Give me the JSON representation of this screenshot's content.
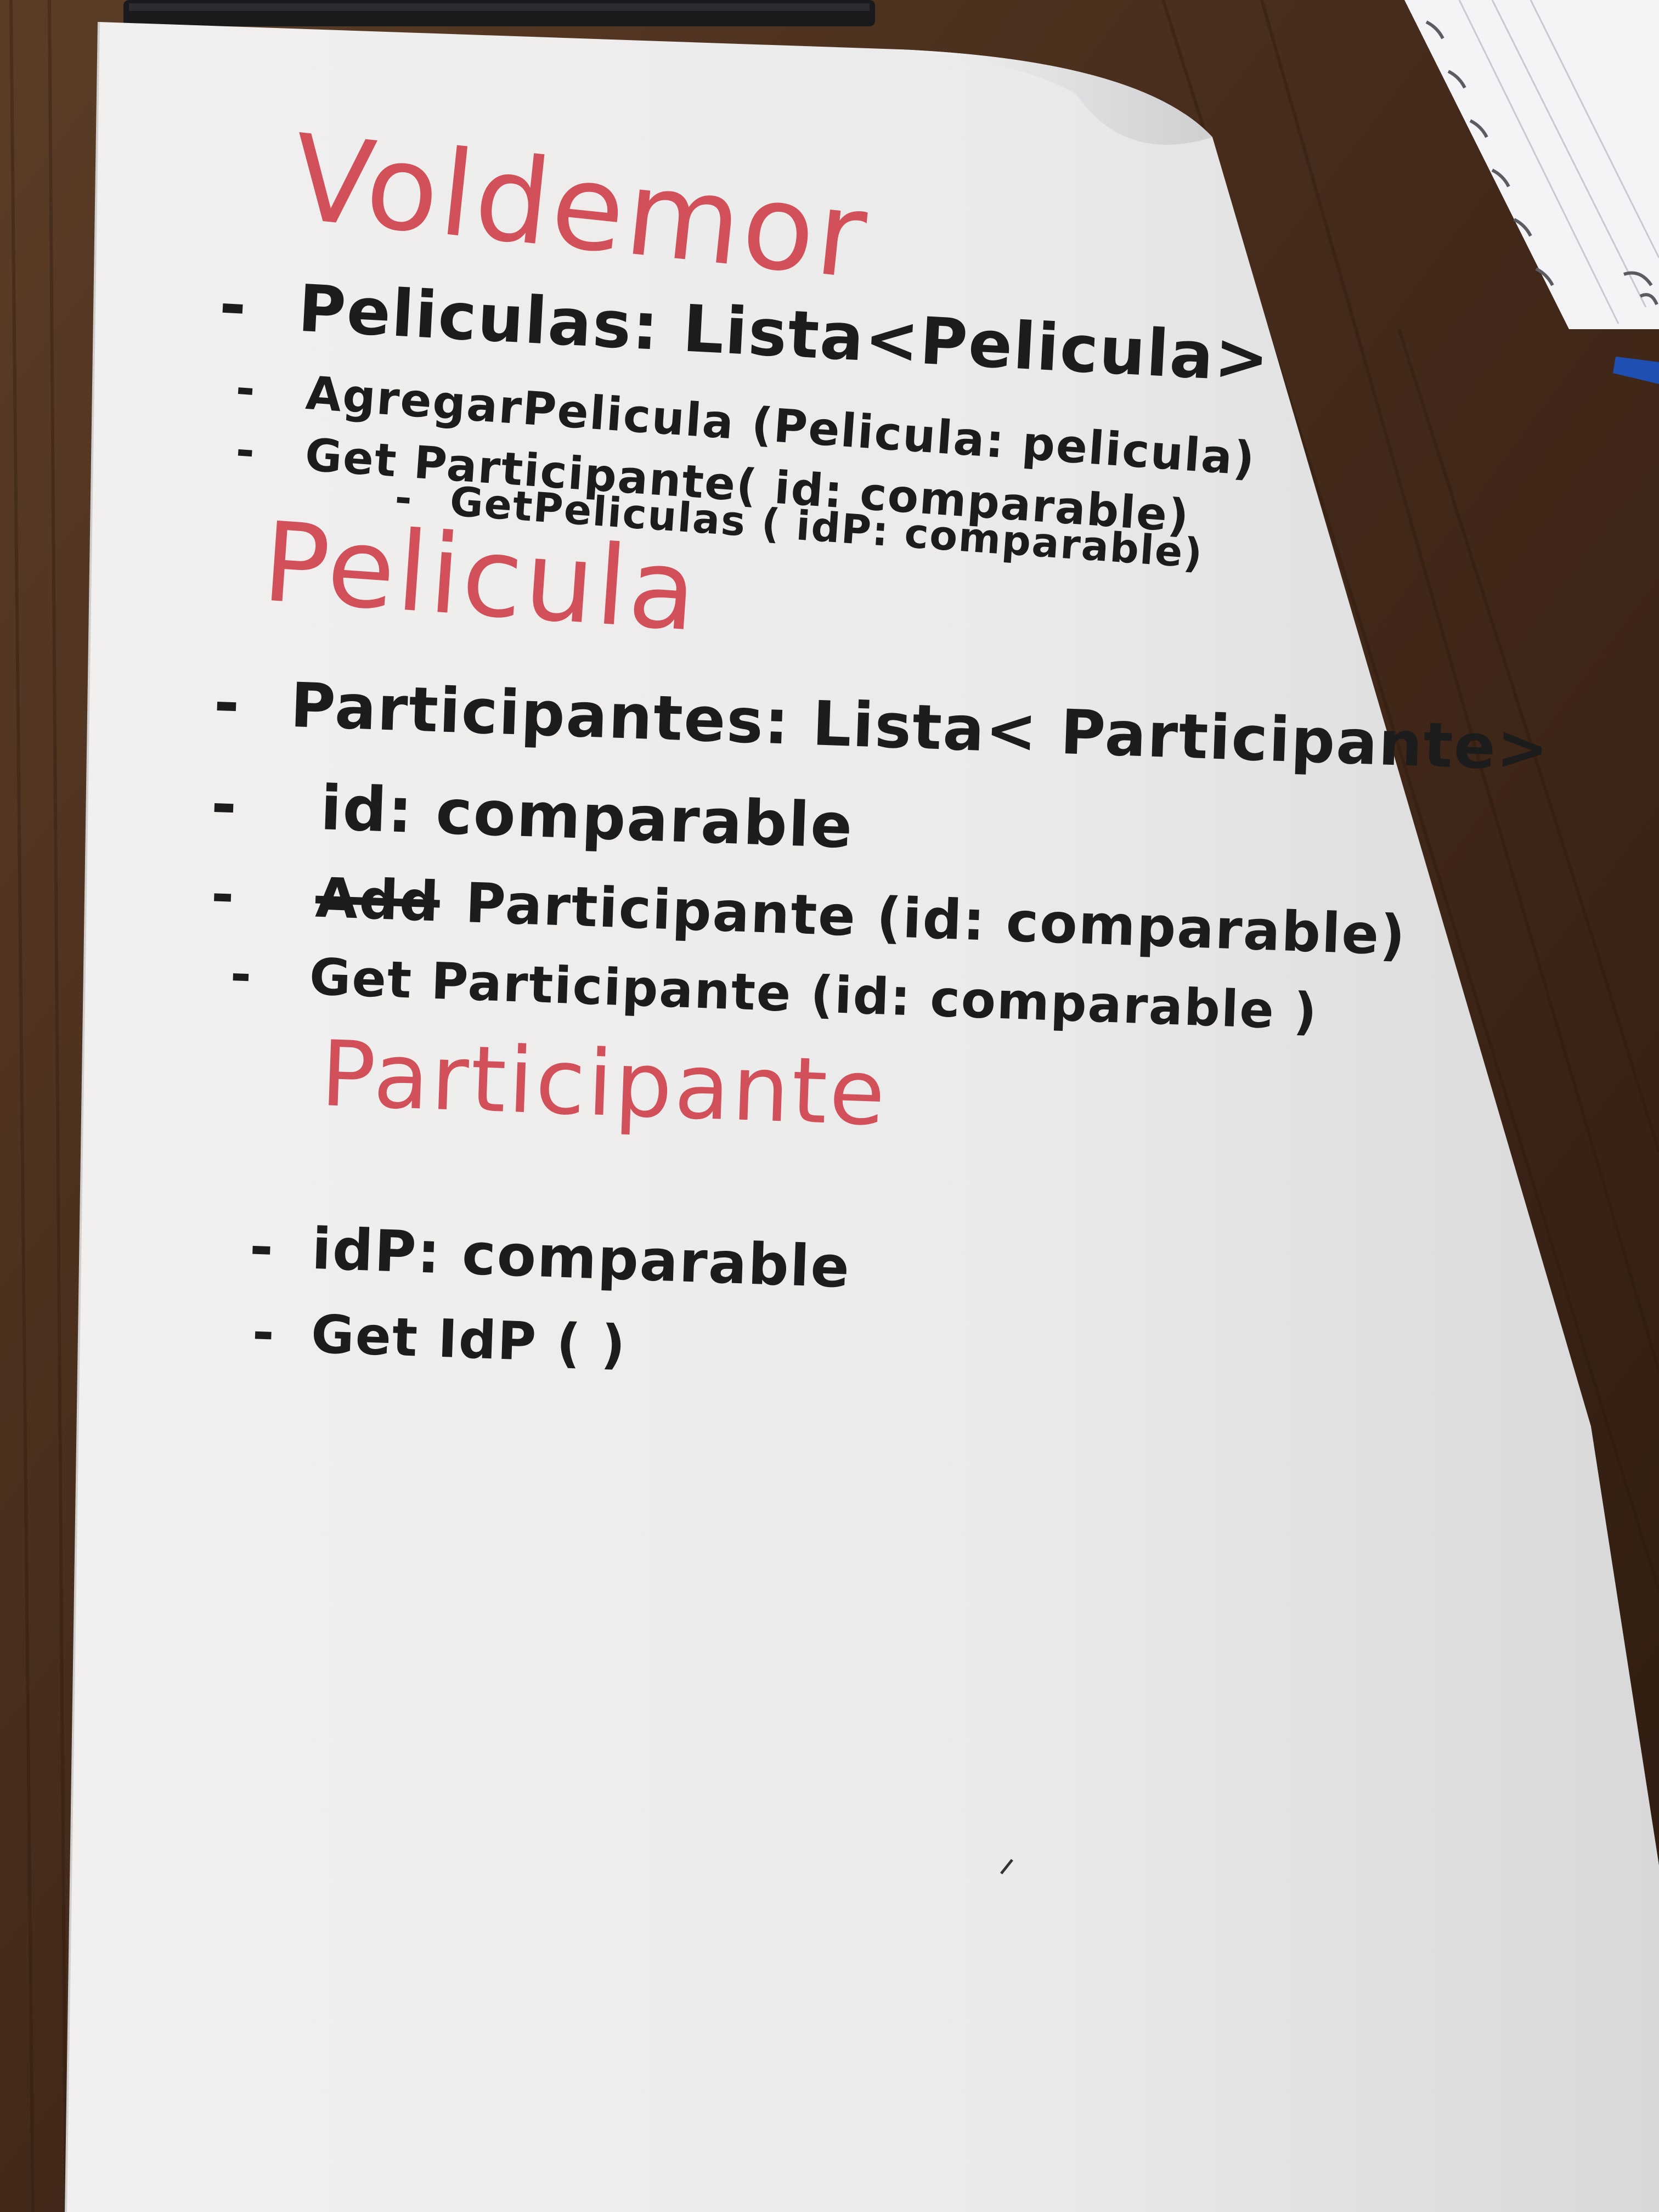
{
  "colors": {
    "table_wood": "#4a3222",
    "paper": "#ecebea",
    "ink_red": "#d2505a",
    "ink_black": "#1c1c1c"
  },
  "sections": [
    {
      "title": "Voldemor",
      "items": [
        {
          "dash": "-",
          "text": "Peliculas: Lista<Pelicula>"
        },
        {
          "dash": "-",
          "text": "AgregarPelicula (Pelicula: pelicula)"
        },
        {
          "dash": "-",
          "text": "Get Participante( id: comparable)"
        },
        {
          "dash": "-",
          "text": "GetPeliculas ( idP: comparable)"
        }
      ]
    },
    {
      "title": "Pelicula",
      "items": [
        {
          "dash": "-",
          "text": "Participantes: Lista< Participante>"
        },
        {
          "dash": "-",
          "text": "id: comparable"
        },
        {
          "dash": "-",
          "struck": "Add",
          "text": "Participante (id: comparable)"
        },
        {
          "dash": "-",
          "text": "Get Participante (id: comparable )"
        }
      ]
    },
    {
      "title": "Participante",
      "items": [
        {
          "dash": "-",
          "text": "idP: comparable"
        },
        {
          "dash": "-",
          "text": "Get IdP ( )"
        }
      ]
    }
  ],
  "background_objects": [
    "laptop",
    "spiral-notebook",
    "blue-pen"
  ]
}
